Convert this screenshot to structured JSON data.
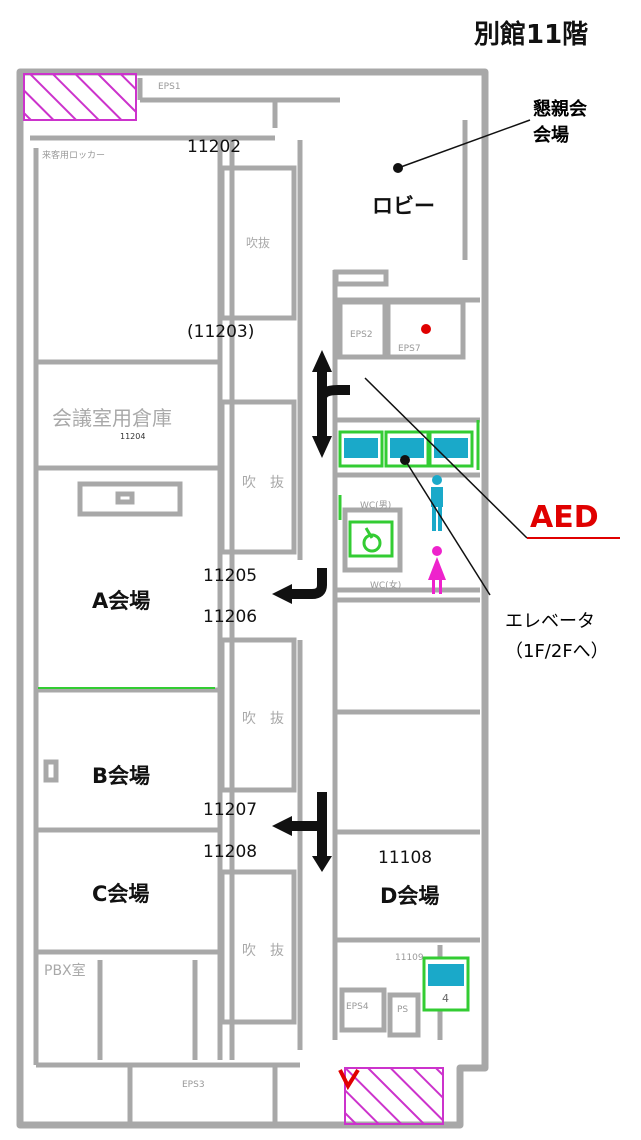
{
  "title": "別館11階",
  "konshinkai": [
    "懇親会",
    "会場"
  ],
  "lobby": "ロビー",
  "aed": "AED",
  "elevator": [
    "エレベータ",
    "（1F/2Fへ）"
  ],
  "rooms": {
    "r11202": "11202",
    "r11203": "(11203)",
    "r11205": "11205",
    "r11206": "11206",
    "r11207": "11207",
    "r11208": "11208",
    "r11108": "11108",
    "a_hall": "A会場",
    "b_hall": "B会場",
    "c_hall": "C会場",
    "d_hall": "D会場",
    "storage": "会議室用倉庫",
    "storage_num": "11204",
    "fukinuke": "吹抜",
    "fukinuke_spaced": "吹　抜",
    "pbx": "PBX室",
    "eps1": "EPS1",
    "eps2": "EPS2",
    "eps3": "EPS3",
    "eps4": "EPS4",
    "eps7": "EPS7",
    "ps": "PS",
    "wc_m": "WC(男)",
    "wc_f": "WC(女)",
    "locker": "来客用ロッカー",
    "n11109": "11109",
    "elev4": "4"
  },
  "colors": {
    "wall": "#a8a8a8",
    "aed_red": "#e00000",
    "elevator_green": "#33cc33",
    "elevator_cyan": "#1aa9c9",
    "female_magenta": "#ee22cc",
    "hatch": "#cc33cc"
  }
}
